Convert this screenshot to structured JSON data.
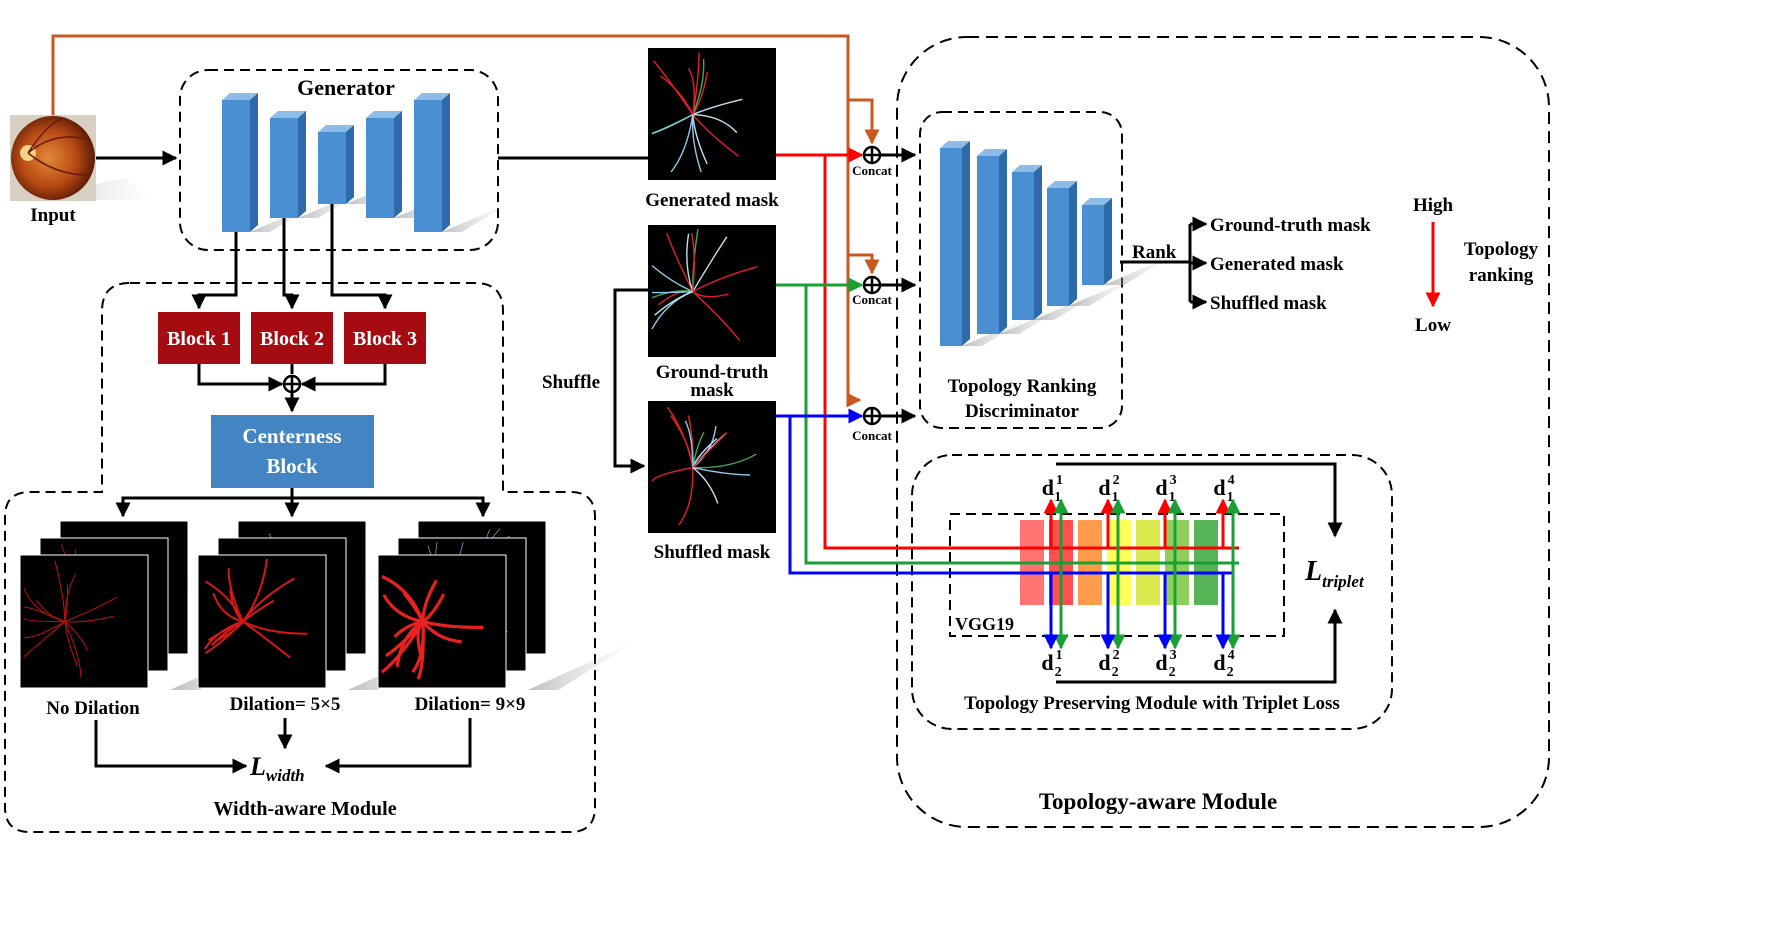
{
  "input": {
    "label": "Input"
  },
  "generator": {
    "title": "Generator"
  },
  "blocks": [
    "Block 1",
    "Block 2",
    "Block 3"
  ],
  "centerness": {
    "line1": "Centerness",
    "line2": "Block"
  },
  "width_module": {
    "title": "Width-aware Module",
    "panels": [
      "No Dilation",
      "Dilation= 5×5",
      "Dilation= 9×9"
    ],
    "loss": "L",
    "loss_sub": "width"
  },
  "masks": {
    "generated": "Generated mask",
    "ground_truth_line1": "Ground-truth",
    "ground_truth_line2": "mask",
    "shuffled": "Shuffled mask",
    "shuffle_label": "Shuffle"
  },
  "concat": "Concat",
  "discriminator": {
    "line1": "Topology Ranking",
    "line2": "Discriminator"
  },
  "rank": {
    "label": "Rank",
    "outputs": [
      "Ground-truth mask",
      "Generated mask",
      "Shuffled mask"
    ]
  },
  "ranking_scale": {
    "high": "High",
    "low": "Low",
    "title_line1": "Topology",
    "title_line2": "ranking"
  },
  "triplet": {
    "vgg_label": "VGG19",
    "d_letter": "d",
    "top_subs": [
      "1",
      "1",
      "1",
      "1"
    ],
    "top_sups": [
      "1",
      "2",
      "3",
      "4"
    ],
    "bottom_subs": [
      "2",
      "2",
      "2",
      "2"
    ],
    "bottom_sups": [
      "1",
      "2",
      "3",
      "4"
    ],
    "loss": "L",
    "loss_sub": "triplet",
    "title": "Topology Preserving Module with Triplet Loss"
  },
  "topology_module": {
    "title": "Topology-aware Module"
  },
  "colors": {
    "blue_layer": "#4a8fd1",
    "dark_red_block": "#a50c12",
    "centerness": "#4385c2",
    "orange_line": "#c8581e",
    "red_line": "#ff0000",
    "green_line": "#19a035",
    "blue_line": "#0000ff",
    "vgg_layers": [
      "#ff5a5a",
      "#ff3030",
      "#ff8a2a",
      "#ffff40",
      "#d5e630",
      "#7cc640",
      "#3aa83a"
    ]
  }
}
